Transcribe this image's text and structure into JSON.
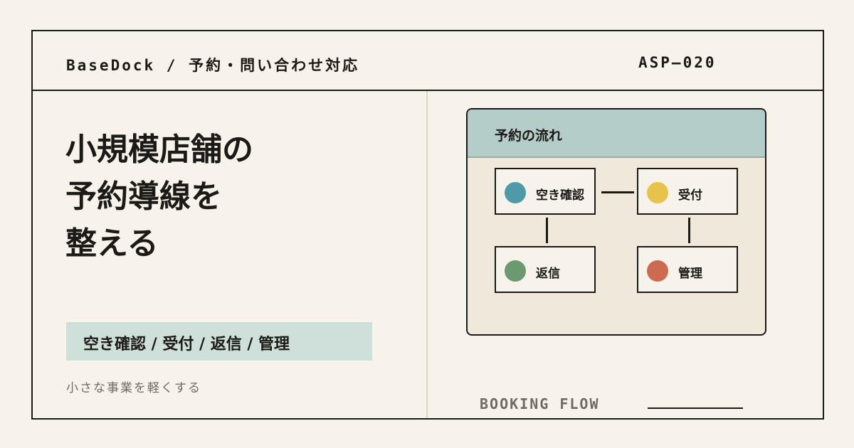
{
  "header": {
    "brand": "BaseDock / 予約・問い合わせ対応",
    "code": "ASP—020"
  },
  "headline": {
    "lines": [
      "小規模店舗の",
      "予約導線を",
      "整える"
    ]
  },
  "tagbar": {
    "text": "空き確認 / 受付 / 返信 / 管理",
    "color": "#cfdfd9"
  },
  "subcopy": "小さな事業を軽くする",
  "diagram": {
    "title": "予約の流れ",
    "nodes": [
      {
        "label": "空き確認",
        "color": "#4e9aa8"
      },
      {
        "label": "受付",
        "color": "#e6c34a"
      },
      {
        "label": "返信",
        "color": "#6a9a6e"
      },
      {
        "label": "管理",
        "color": "#cc6b52"
      }
    ],
    "edges": [
      [
        "空き確認",
        "受付"
      ],
      [
        "空き確認",
        "返信"
      ],
      [
        "受付",
        "管理"
      ]
    ]
  },
  "footer": {
    "flow_label": "BOOKING FLOW"
  },
  "colors": {
    "background": "#f7f3eb",
    "ink": "#1c1a17",
    "panel": "#f0e8db",
    "panel_header": "#b5cdc9"
  }
}
